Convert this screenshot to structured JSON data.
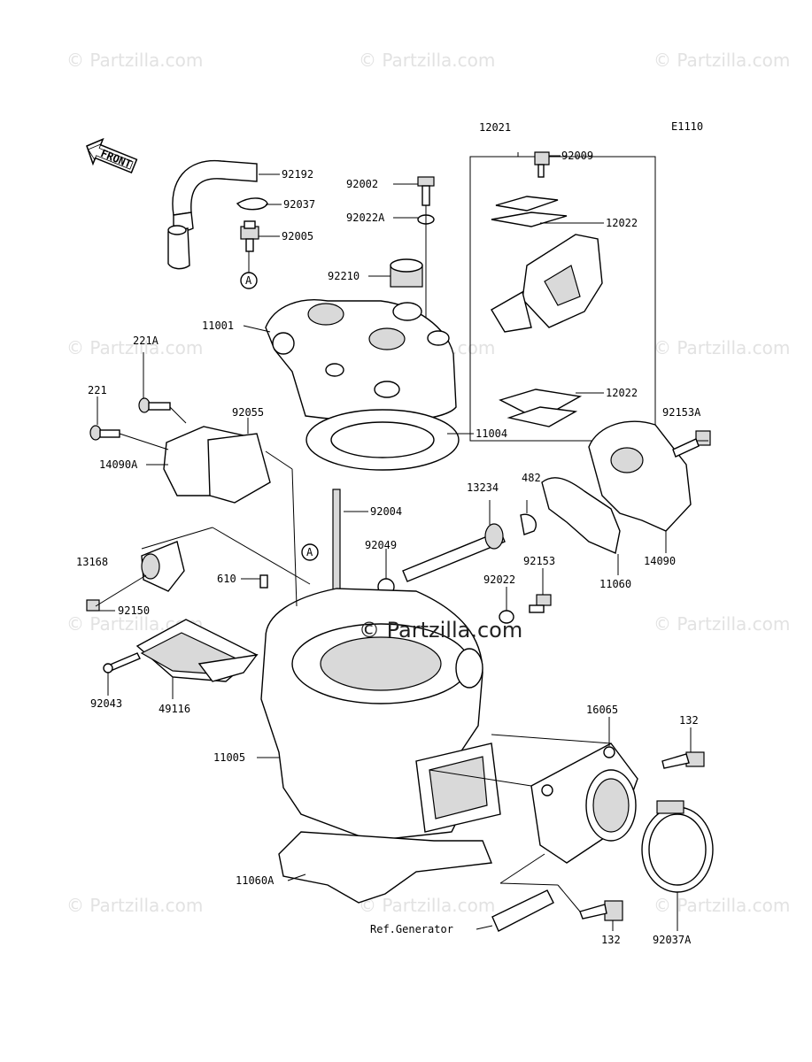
{
  "diagram": {
    "code": "E1110",
    "front_label": "FRONT",
    "ref_marker": "A",
    "watermark": "© Partzilla.com",
    "watermark_center": "© Partzilla.com",
    "ref_generator": "Ref.Generator"
  },
  "parts": {
    "p92192": "92192",
    "p92037": "92037",
    "p92005": "92005",
    "p92002": "92002",
    "p92022A": "92022A",
    "p92210": "92210",
    "p11001": "11001",
    "p12021": "12021",
    "p92009": "92009",
    "p12022a": "12022",
    "p12022b": "12022",
    "p221A": "221A",
    "p221": "221",
    "p92055": "92055",
    "p14090A": "14090A",
    "p11004": "11004",
    "p92153A": "92153A",
    "p13234": "13234",
    "p482": "482",
    "p92004": "92004",
    "p92049": "92049",
    "p13168": "13168",
    "p610": "610",
    "p92150": "92150",
    "p92153": "92153",
    "p92022": "92022",
    "p11060": "11060",
    "p14090": "14090",
    "p92043": "92043",
    "p49116": "49116",
    "p16065": "16065",
    "p132a": "132",
    "p11005": "11005",
    "p11060A": "11060A",
    "p132b": "132",
    "p92037A": "92037A"
  }
}
